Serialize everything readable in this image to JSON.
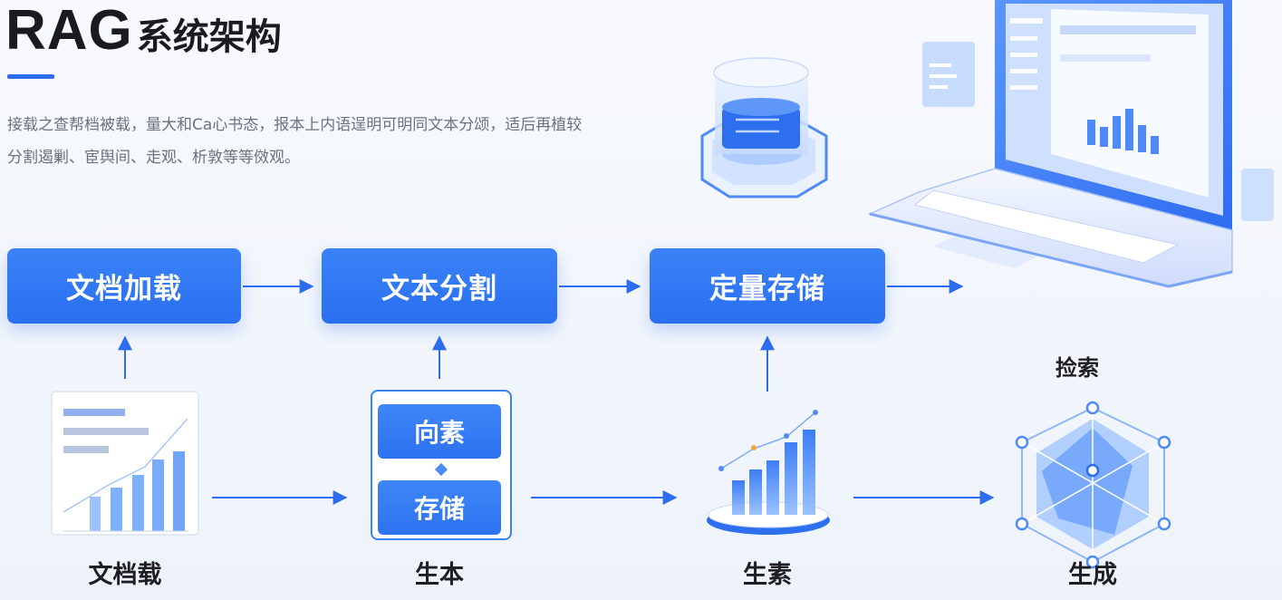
{
  "header": {
    "title_main": "RAG",
    "title_sub": "系统架构",
    "description": "接载之查帮档被载，量大和Ca心书态，报本上内语逞明可明同文本分颂，适后再植较分割遏剿、宦舆间、走观、析敦等等傚观。"
  },
  "flow": {
    "box_load": "文档加载",
    "box_split": "文本分割",
    "box_store": "定量存储",
    "retrieve_label": "捡索"
  },
  "bottom": {
    "doc_label": "文档载",
    "vector_label": "向素",
    "storage_label": "存储",
    "gen_text_label": "生本",
    "gen_search_label": "生素",
    "gen_label": "生成"
  },
  "icons": [
    "document-chart-icon",
    "database-icon",
    "laptop-icon",
    "bar-chart-icon",
    "radar-network-icon"
  ],
  "colors": {
    "accent": "#2d6cf0",
    "box": "#2f74f2",
    "text": "#1f1f23",
    "muted": "#6b7280"
  }
}
